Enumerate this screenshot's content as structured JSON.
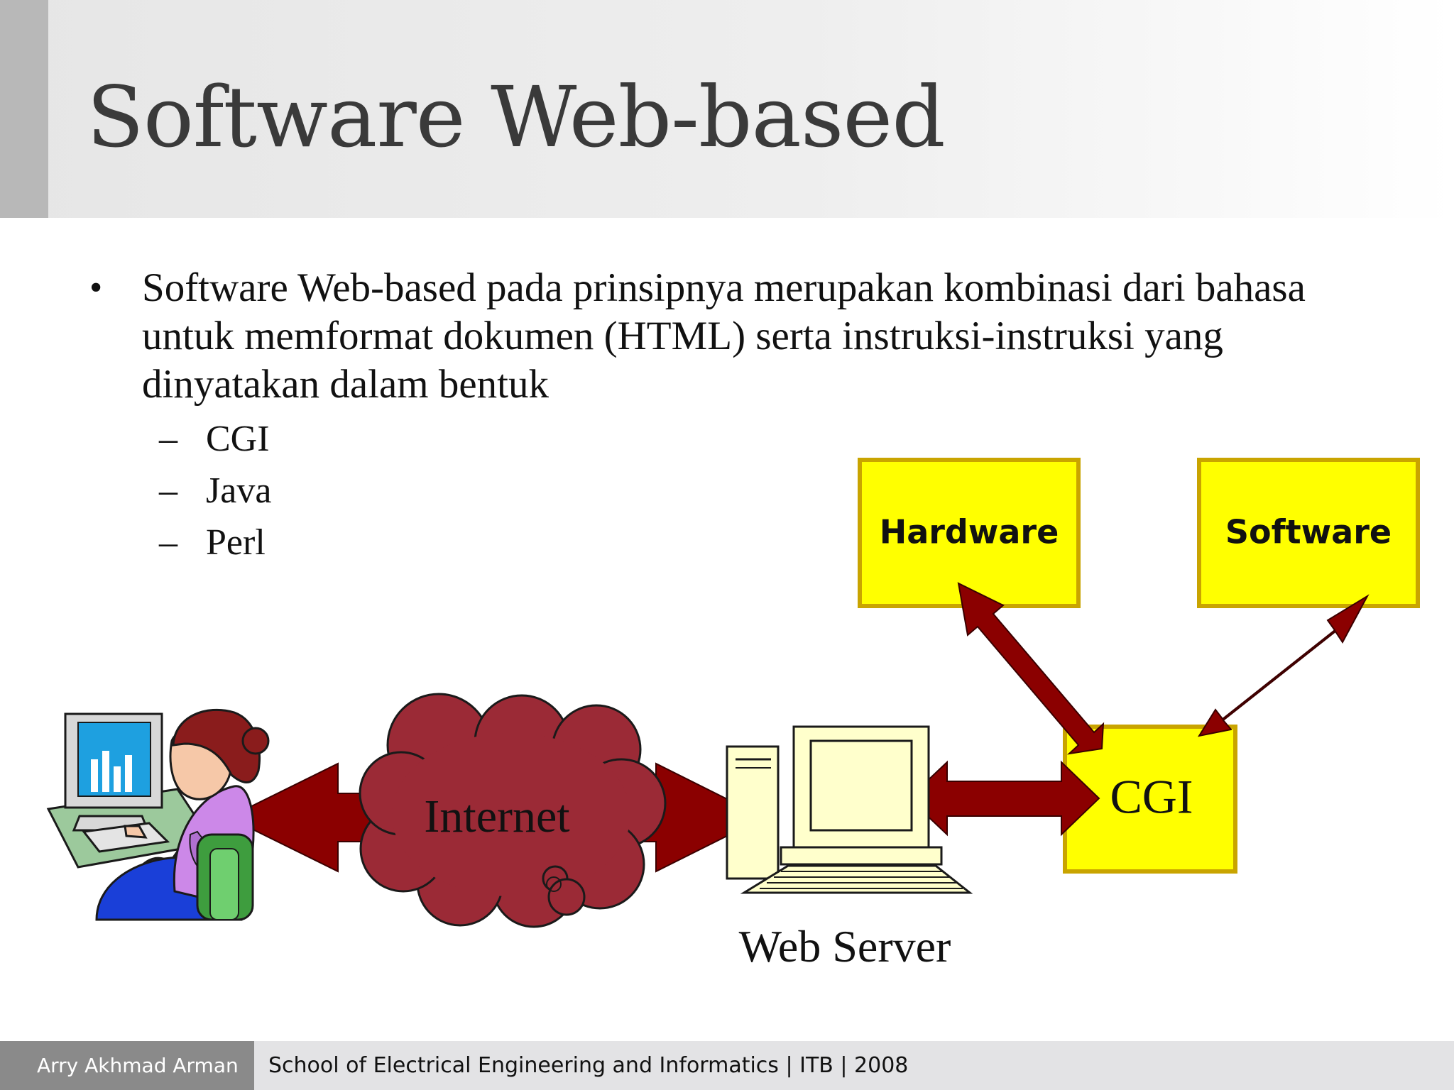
{
  "slide": {
    "title": "Software Web-based",
    "bullet_symbol": "•",
    "bullet_text": "Software Web-based pada prinsipnya merupakan kombinasi dari bahasa untuk memformat dokumen (HTML) serta instruksi-instruksi yang dinyatakan dalam bentuk",
    "sub_dash": "–",
    "sub_items": [
      "CGI",
      "Java",
      "Perl"
    ]
  },
  "diagram": {
    "hardware_label": "Hardware",
    "software_label": "Software",
    "cgi_label": "CGI",
    "internet_label": "Internet",
    "web_server_label": "Web Server",
    "colors": {
      "box_fill": "#ffff00",
      "box_border": "#c9a400",
      "arrow": "#8b0000",
      "cloud": "#9b2a36"
    }
  },
  "footer": {
    "author": "Arry Akhmad Arman",
    "institution": "School of Electrical Engineering and Informatics | ITB | 2008"
  }
}
